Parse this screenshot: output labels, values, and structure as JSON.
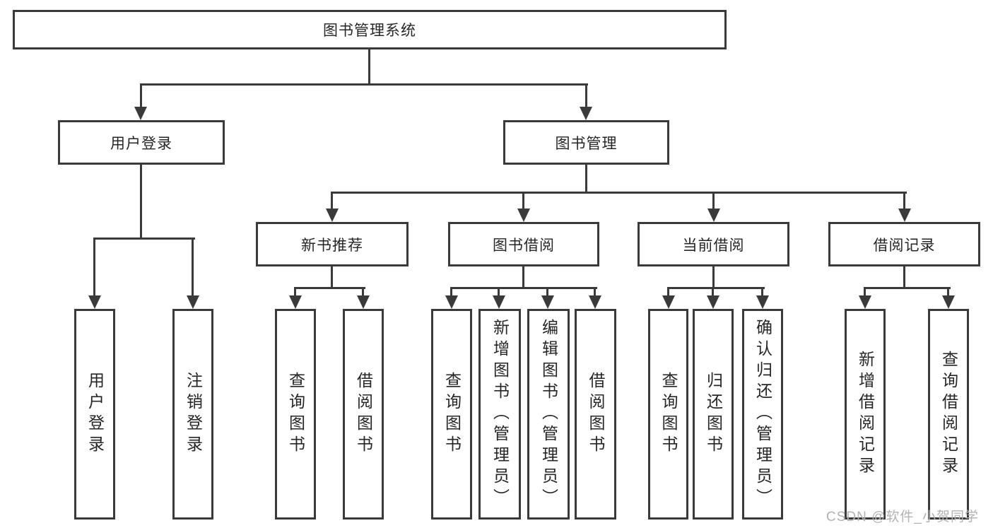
{
  "diagram": {
    "root": {
      "label": "图书管理系统"
    },
    "branches": [
      {
        "label": "用户登录",
        "children": [
          "用户登录",
          "注销登录"
        ]
      },
      {
        "label": "图书管理",
        "children": [
          {
            "label": "新书推荐",
            "children": [
              "查询图书",
              "借阅图书"
            ]
          },
          {
            "label": "图书借阅",
            "children": [
              "查询图书",
              "新增图书（管理员）",
              "编辑图书（管理员）",
              "借阅图书"
            ]
          },
          {
            "label": "当前借阅",
            "children": [
              "查询图书",
              "归还图书",
              "确认归还（管理员）"
            ]
          },
          {
            "label": "借阅记录",
            "children": [
              "新增借阅记录",
              "查询借阅记录"
            ]
          }
        ]
      }
    ]
  },
  "watermark": "CSDN @软件_小贺同学",
  "colors": {
    "line": "#3a3a3a",
    "text": "#262626",
    "watermark": "#b2b2b2",
    "background": "#ffffff"
  }
}
